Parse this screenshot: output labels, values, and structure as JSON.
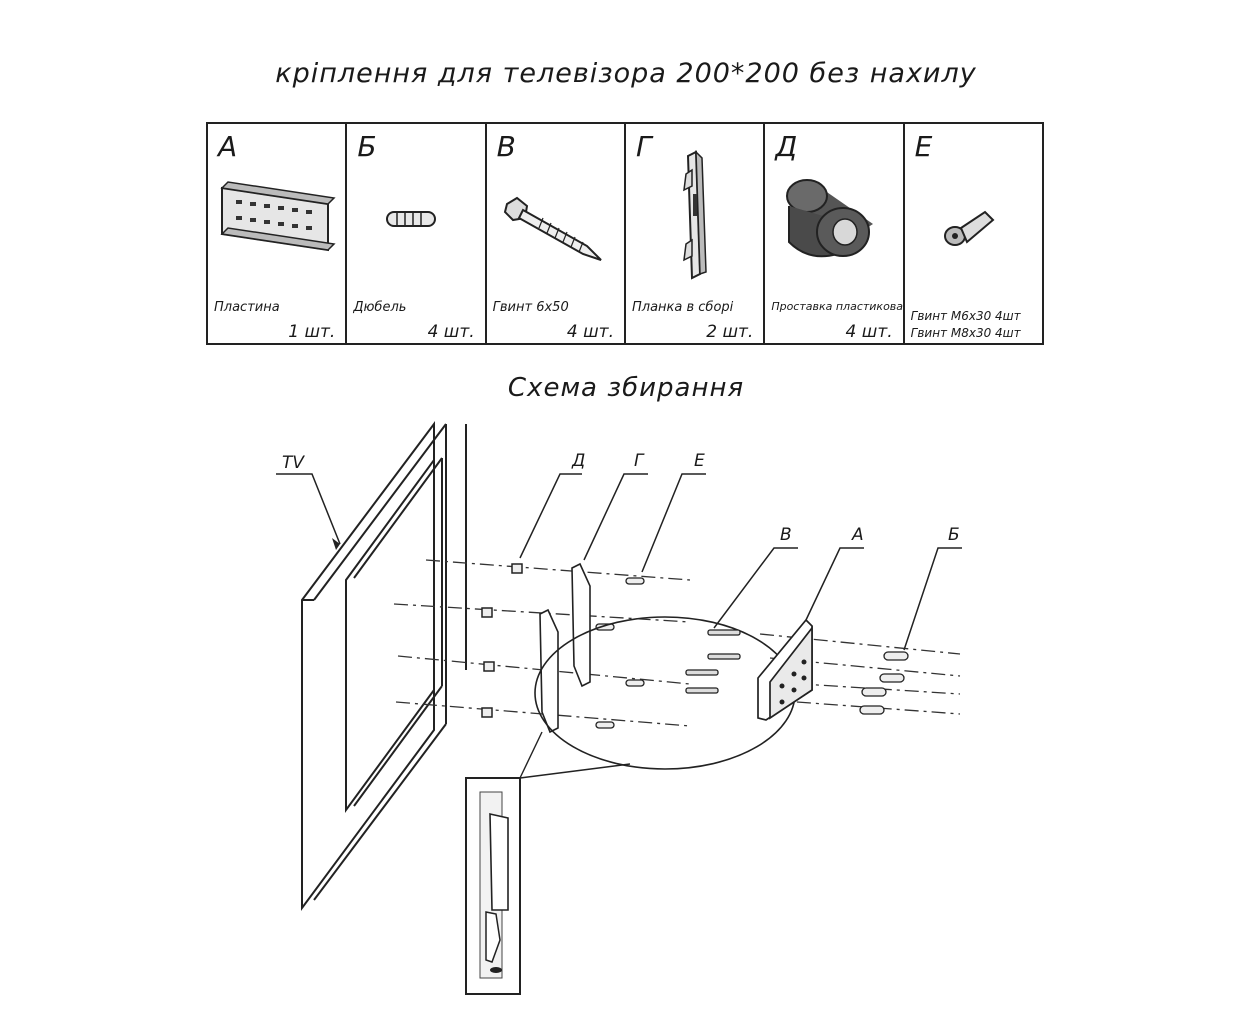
{
  "title": "кріплення для телевізора 200*200 без нахилу",
  "parts": [
    {
      "letter": "А",
      "name": "Пластина",
      "qty": "1 шт.",
      "icon": "plate-icon"
    },
    {
      "letter": "Б",
      "name": "Дюбель",
      "qty": "4 шт.",
      "icon": "dowel-icon"
    },
    {
      "letter": "В",
      "name": "Гвинт 6х50",
      "qty": "4 шт.",
      "icon": "screw-6x50-icon"
    },
    {
      "letter": "Г",
      "name": "Планка в сборі",
      "qty": "2 шт.",
      "icon": "bracket-icon"
    },
    {
      "letter": "Д",
      "name": "Проставка пластикова",
      "qty": "4 шт.",
      "icon": "spacer-icon"
    },
    {
      "letter": "Е",
      "name_lines": [
        "Гвинт М6х30  4шт",
        "Гвинт М8х30 4шт"
      ],
      "icon": "screw-m6-icon"
    }
  ],
  "scheme": {
    "subtitle": "Схема збирання",
    "labels": {
      "tv": "TV",
      "d": "Д",
      "g": "Г",
      "e": "Е",
      "v": "В",
      "a": "А",
      "b": "Б"
    }
  }
}
